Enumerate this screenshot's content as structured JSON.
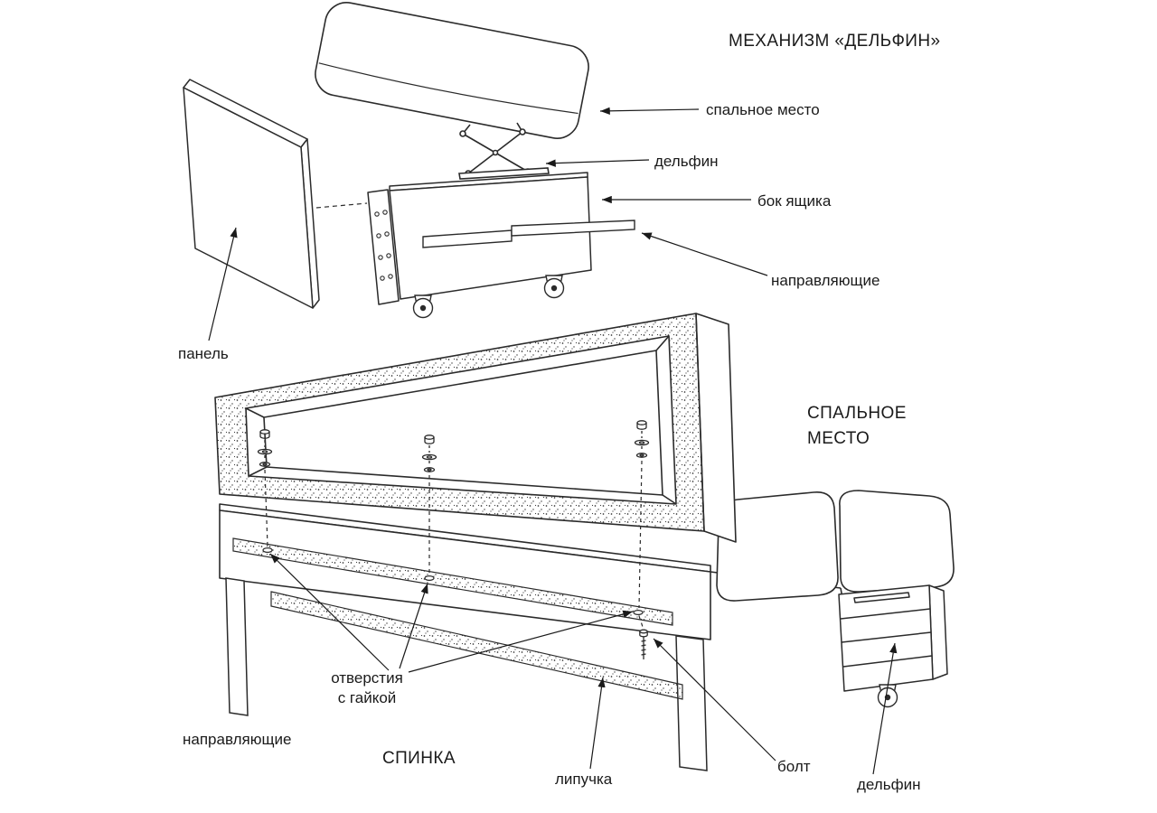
{
  "title": "МЕХАНИЗМ «ДЕЛЬФИН»",
  "labels": {
    "top": {
      "sleeping_place": "спальное место",
      "dolphin": "дельфин",
      "box_side": "бок ящика",
      "rails": "направляющие",
      "panel": "панель"
    },
    "bottom": {
      "sleeping_place_line1": "СПАЛЬНОЕ",
      "sleeping_place_line2": "МЕСТО",
      "holes_line1": "отверстия",
      "holes_line2": "с гайкой",
      "rails": "направляющие",
      "backrest": "СПИНКА",
      "velcro": "липучка",
      "bolt": "болт",
      "dolphin": "дельфин"
    }
  },
  "colors": {
    "ink": "#2b2b2b",
    "background": "#ffffff"
  }
}
